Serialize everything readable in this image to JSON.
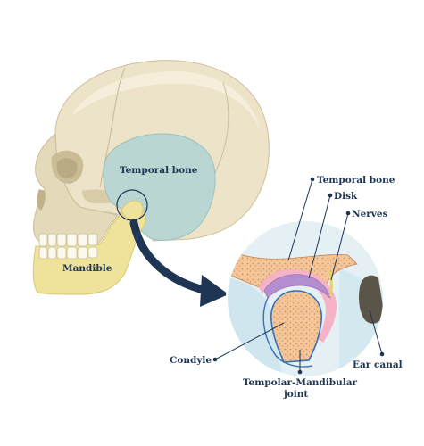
{
  "labels": {
    "temporal_bone_skull": "Temporal bone",
    "mandible": "Mandible",
    "temporal_bone_detail": "Temporal bone",
    "disk": "Disk",
    "nerves": "Nerves",
    "condyle": "Condyle",
    "tmj_line1": "Tempolar-Mandibular",
    "tmj_line2": "joint",
    "ear_canal": "Ear canal"
  },
  "colors": {
    "skull": "#ece3c8",
    "skull_shadow": "#d9ceae",
    "temporal_bone": "#b9d6d2",
    "mandible": "#efe29a",
    "detail_bg": "#d7ecf3",
    "bone_spongy": "#f3c79a",
    "bone_dots": "#d98e55",
    "disk": "#b58ed0",
    "capsule": "#f6b3c6",
    "outline_blue": "#3b6fb6",
    "arrow": "#1e3553",
    "ear_canal": "#5b5449"
  }
}
